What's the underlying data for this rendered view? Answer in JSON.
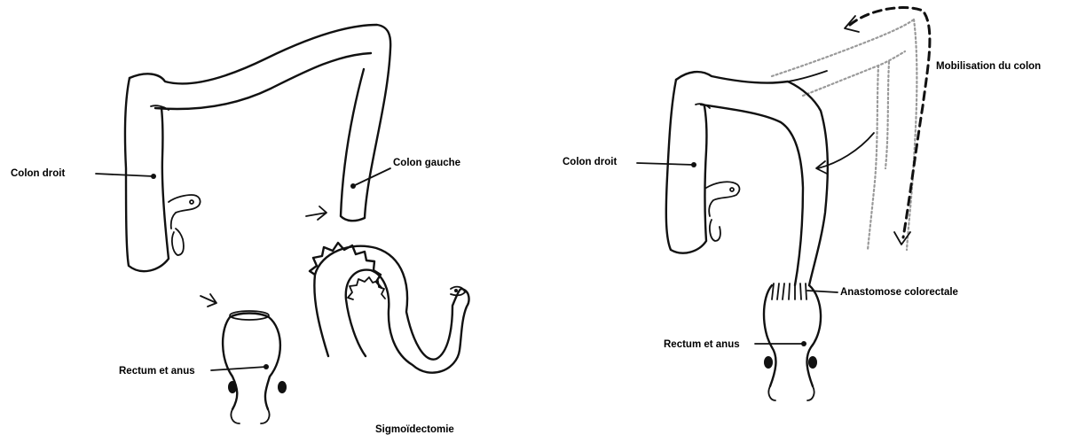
{
  "left_panel": {
    "labels": {
      "colon_droit": "Colon droit",
      "colon_gauche": "Colon gauche",
      "rectum_anus": "Rectum et anus",
      "caption": "Sigmoïdectomie"
    }
  },
  "right_panel": {
    "labels": {
      "mobilisation": "Mobilisation du colon",
      "colon_droit": "Colon droit",
      "anastomose": "Anastomose colorectale",
      "rectum_anus": "Rectum et anus"
    }
  }
}
